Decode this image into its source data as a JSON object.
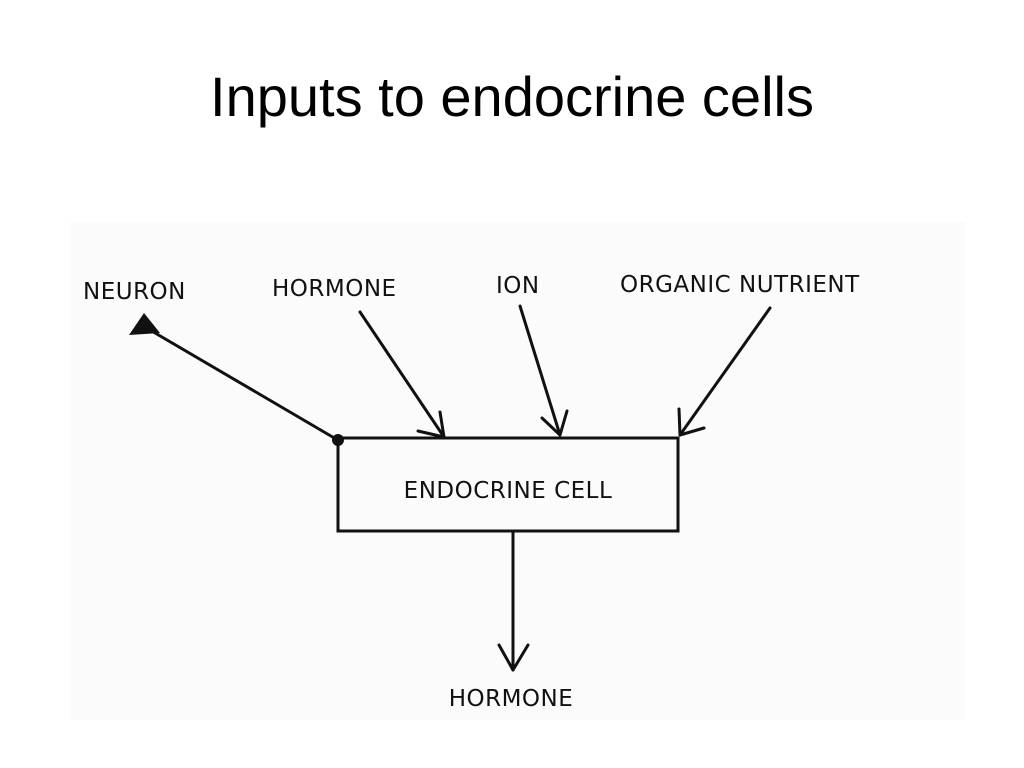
{
  "title": "Inputs to endocrine cells",
  "diagram": {
    "inputs": {
      "neuron": "NEURON",
      "hormone": "HORMONE",
      "ion": "ION",
      "organic_nutrient": "ORGANIC NUTRIENT"
    },
    "center": "ENDOCRINE CELL",
    "output": "HORMONE"
  }
}
